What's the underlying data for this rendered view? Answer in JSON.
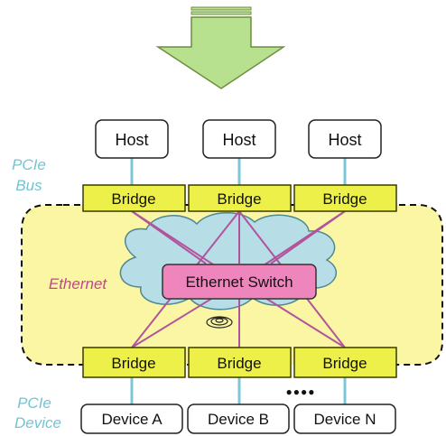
{
  "colors": {
    "arrow_fill": "#b7e08f",
    "arrow_stroke": "#6d8e3d",
    "bridge_fill": "#eef04a",
    "bridge_stroke": "#3a3a00",
    "ethernet_region": "#fbf6a4",
    "cloud_fill": "#b7dee6",
    "cloud_stroke": "#4f8793",
    "switch_fill": "#ee86bd",
    "pcie_line": "#7cc7d4",
    "ethernet_line": "#b0549c",
    "pcie_text": "#74c4d2",
    "ethernet_text": "#c4458f"
  },
  "hosts": [
    {
      "label": "Host"
    },
    {
      "label": "Host"
    },
    {
      "label": "Host"
    }
  ],
  "top_bridges": [
    {
      "label": "Bridge"
    },
    {
      "label": "Bridge"
    },
    {
      "label": "Bridge"
    }
  ],
  "bottom_bridges": [
    {
      "label": "Bridge"
    },
    {
      "label": "Bridge"
    },
    {
      "label": "Bridge"
    }
  ],
  "devices": [
    {
      "label": "Device A"
    },
    {
      "label": "Device B"
    },
    {
      "label": "Device N"
    }
  ],
  "labels": {
    "pcie_bus": [
      "PCIe",
      "Bus"
    ],
    "ethernet": "Ethernet",
    "pcie_device": [
      "PCIe",
      "Device"
    ],
    "switch": "Ethernet Switch",
    "ellipsis": "●●●●"
  }
}
